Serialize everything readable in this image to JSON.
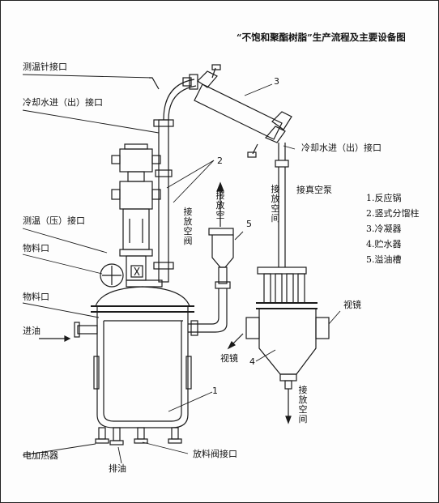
{
  "title": "“不饱和聚酯树脂”生产流程及主要设备图",
  "labels": {
    "thermo_port": "测温针接口",
    "cool_water_left": "冷却水进（出）接口",
    "cool_water_right": "冷却水进（出）接口",
    "temp_press_port": "测温（压）接口",
    "material_port_1": "物料口",
    "material_port_2": "物料口",
    "oil_in": "进油",
    "electric_heater": "电加热器",
    "oil_drain": "排油",
    "valve_port": "放料阀接口",
    "sight_glass_right": "视镜",
    "sight_glass_left": "视镜",
    "vent_1": "接放空阀",
    "vent_2": "接放空",
    "vent_3": "接放空间",
    "vent_4": "接放空间",
    "vacuum_pump": "接真空泵"
  },
  "numbers": {
    "n1": "1",
    "n2": "2",
    "n3": "3",
    "n4": "4",
    "n5": "5"
  },
  "legend": [
    "1.反应锅",
    "2.竖式分馏柱",
    "3.冷凝器",
    "4.贮水器",
    "5.溢油槽"
  ]
}
